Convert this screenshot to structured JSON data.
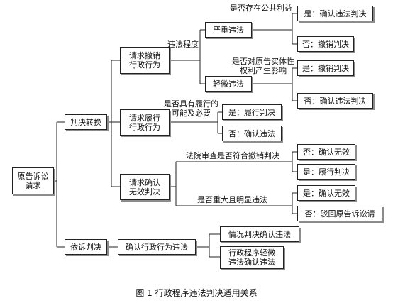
{
  "nodes": {
    "root": "原告诉讼\n请求",
    "judgment_conversion": "判决转换",
    "judgment_by_claim": "依诉判决",
    "revoke_request": "请求撤销\n行政行为",
    "perform_request": "请求履行\n行政行为",
    "invalid_request": "请求确认\n无效判决",
    "confirm_illegal": "确认行政行为违法",
    "serious_violation": "严重违法",
    "minor_violation": "轻微违法",
    "r_confirm_illegal_1": "是：确认违法判决",
    "r_revoke_1": "否：撤销判决",
    "r_revoke_2": "是：撤销判决",
    "r_confirm_illegal_2": "否：确认违法判决",
    "r_perform": "是：履行判决",
    "r_confirm_illegal_3": "否：确认违法",
    "r_confirm_invalid_1": "否：确认无效",
    "r_perform_2": "是：履行判决",
    "r_confirm_invalid_2": "是：确认无效",
    "r_reject": "否：驳回原告诉讼请",
    "r_situational": "情况判决确认违法",
    "r_minor_procedure": "行政程序轻微\n违法确认违法"
  },
  "labels": {
    "illegality_degree": "违法程度",
    "public_interest": "是否存在公共利益",
    "rights_impact": "是否对原告实体性\n权利产生影响",
    "necessity": "是否具有履行的\n可能及必要",
    "court_review": "法院审查是否符合撤销判决",
    "serious_obvious": "是否重大且明显违法"
  },
  "caption": "图 1   行政程序违法判决适用关系"
}
